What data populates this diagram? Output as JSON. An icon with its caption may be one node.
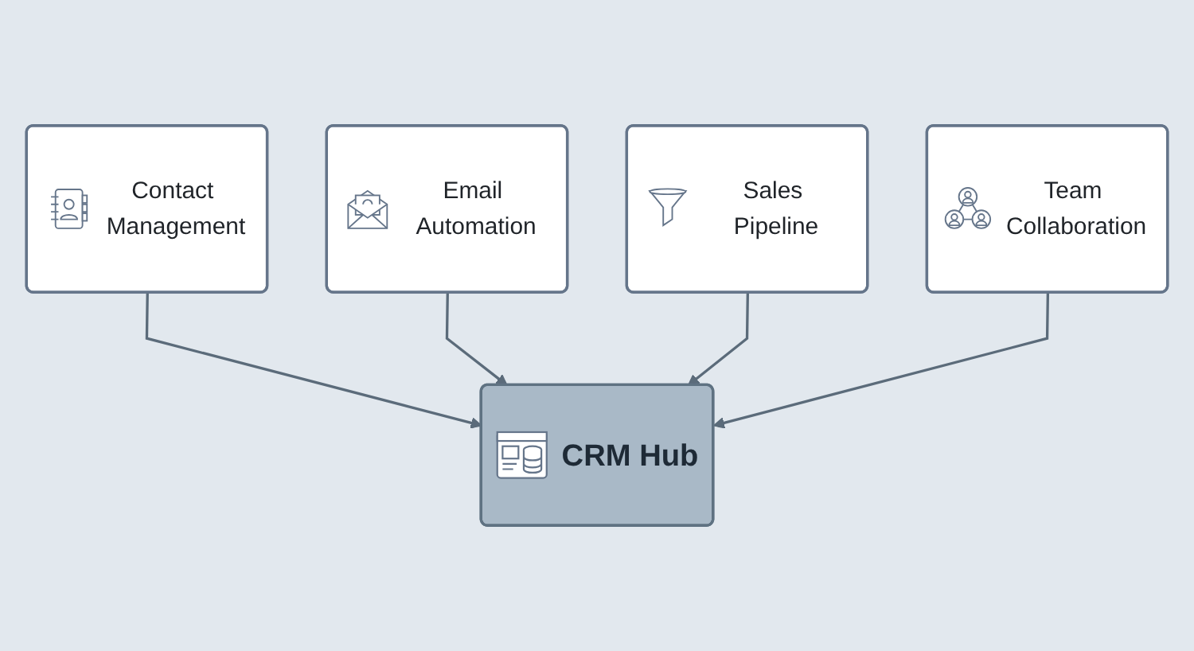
{
  "diagram": {
    "nodes": [
      {
        "text": [
          "Contact Management"
        ]
      },
      {
        "text": [
          "Email Automation"
        ]
      },
      {
        "text": [
          "CRM Hub"
        ]
      },
      {
        "text": [
          "Sales Pipeline"
        ]
      },
      {
        "text": [
          "Team Collaboration"
        ]
      }
    ],
    "edges": [
      {
        "from": 0,
        "to": 2,
        "arrow": "to"
      },
      {
        "from": 1,
        "to": 2,
        "arrow": "to"
      },
      {
        "from": 3,
        "to": 2,
        "arrow": "to"
      },
      {
        "from": 4,
        "to": 2,
        "arrow": "to"
      }
    ]
  }
}
